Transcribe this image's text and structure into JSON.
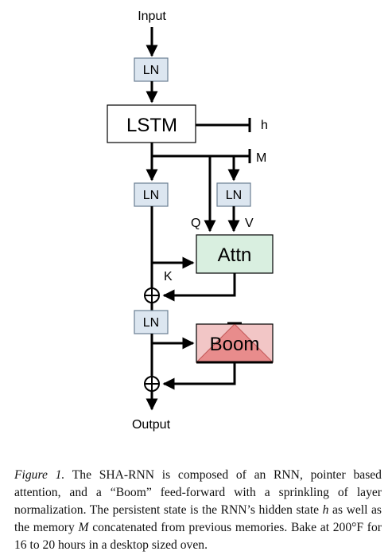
{
  "diagram": {
    "input_label": "Input",
    "output_label": "Output",
    "ln_label": "LN",
    "lstm_label": "LSTM",
    "attn_label": "Attn",
    "boom_label": "Boom",
    "h_label": "h",
    "m_label": "M",
    "q_label": "Q",
    "v_label": "V",
    "k_label": "K",
    "colors": {
      "ln_fill": "#dce6f0",
      "attn_fill": "#d9efe0",
      "boom_fill": "#f2c6c6",
      "boom_triangle": "#e88c8c"
    }
  },
  "caption": {
    "figure_label": "Figure 1.",
    "text_1": " The SHA-RNN is composed of an RNN, pointer based attention, and a “Boom” feed-forward with a sprinkling of layer normalization. The persistent state is the RNN’s hidden state ",
    "var_h": "h",
    "text_2": " as well as the memory ",
    "var_m": "M",
    "text_3": " concatenated from previous memories. Bake at 200°F for 16 to 20 hours in a desktop sized oven."
  }
}
